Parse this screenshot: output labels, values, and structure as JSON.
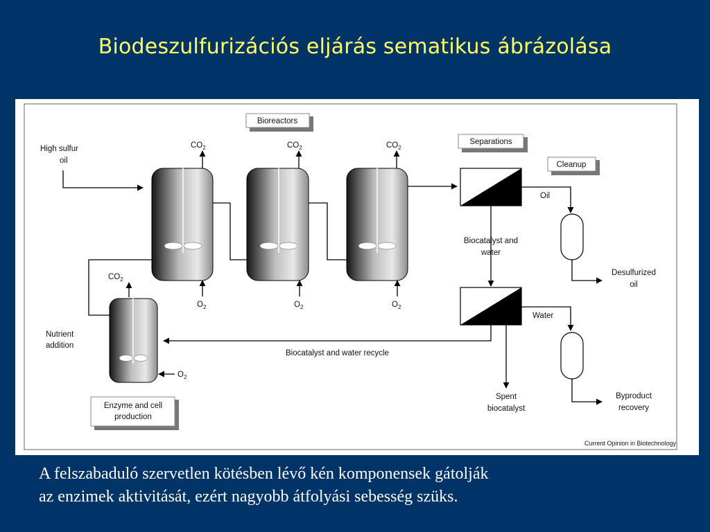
{
  "slide": {
    "title": "Biodeszulfurizációs eljárás sematikus ábrázolása",
    "caption_line1": "A felszabaduló szervetlen kötésben lévő kén komponensek gátolják",
    "caption_line2": "az enzimek aktivitását, ezért nagyobb átfolyási sebesség szüks."
  },
  "diagram": {
    "bioreactors_label": "Bioreactors",
    "separations_label": "Separations",
    "cleanup_label": "Cleanup",
    "enzyme_label_line1": "Enzyme and cell",
    "enzyme_label_line2": "production",
    "high_sulfur_line1": "High sulfur",
    "high_sulfur_line2": "oil",
    "nutrient_line1": "Nutrient",
    "nutrient_line2": "addition",
    "co2_text": "CO",
    "o2_text": "O",
    "subscript_2": "2",
    "oil_label": "Oil",
    "water_label": "Water",
    "biocatalyst_water_line1": "Biocatalyst and",
    "biocatalyst_water_line2": "water",
    "desulfurized_line1": "Desulfurized",
    "desulfurized_line2": "oil",
    "byproduct_line1": "Byproduct",
    "byproduct_line2": "recovery",
    "spent_line1": "Spent",
    "spent_line2": "biocatalyst",
    "recycle_label": "Biocatalyst and water recycle",
    "credit": "Current Opinion in Biotechnology"
  },
  "colors": {
    "background": "#003366",
    "title": "#ffff66",
    "caption": "#ffffff"
  }
}
